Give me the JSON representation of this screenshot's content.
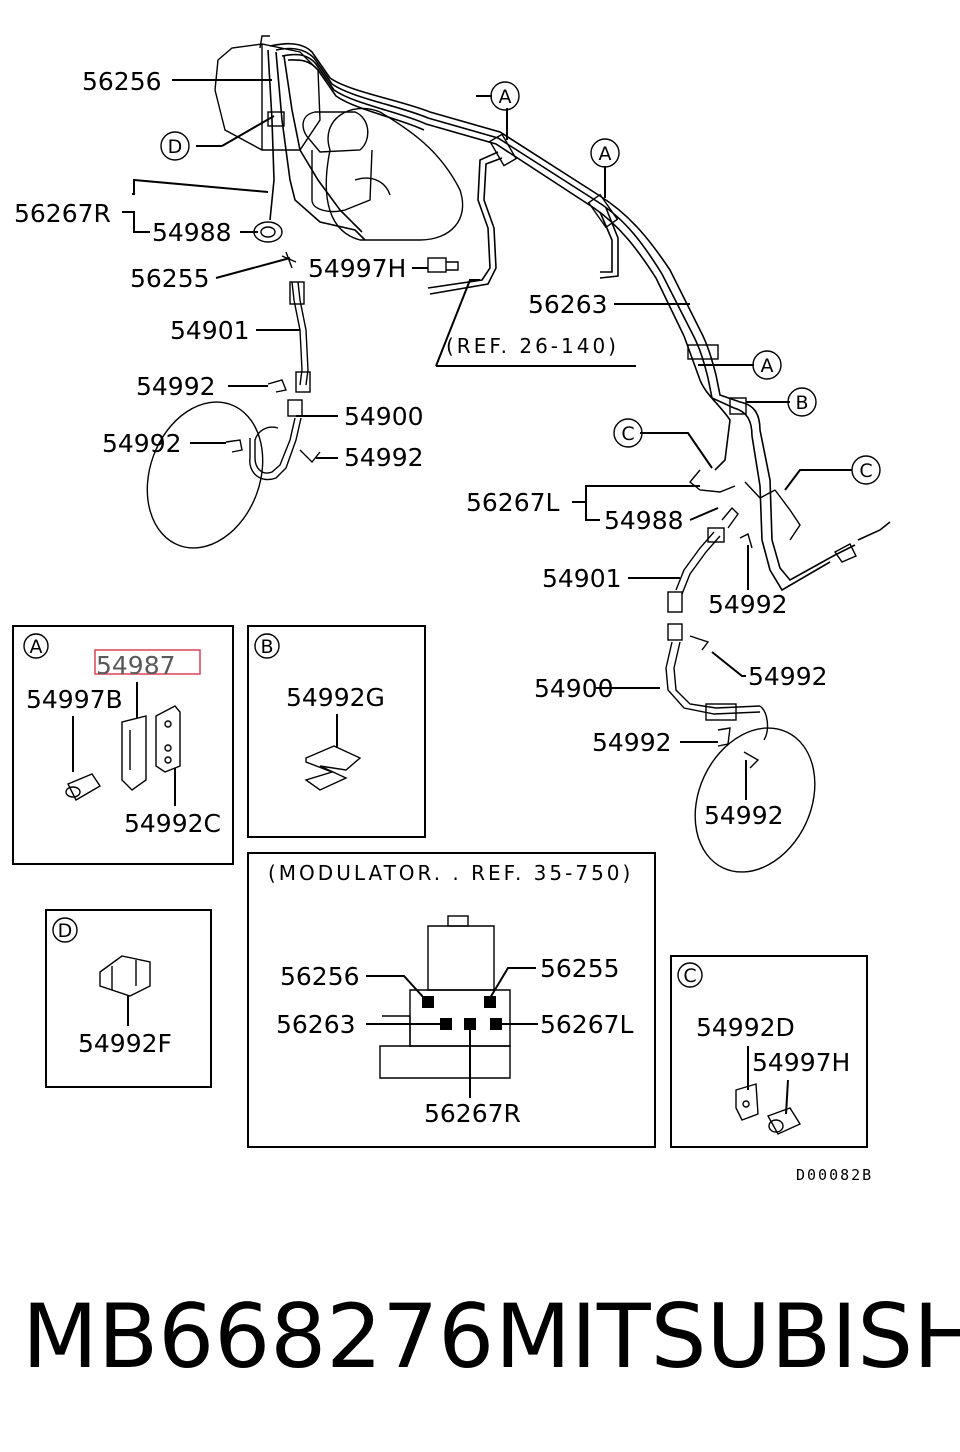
{
  "diagram_code": "D00082B",
  "references": {
    "ref_26_140": "(REF. 26-140)",
    "modulator": "(MODULATOR. . REF. 35-750)"
  },
  "callouts": {
    "A": "A",
    "B": "B",
    "C": "C",
    "D": "D"
  },
  "labels": {
    "p56256_top": "56256",
    "p56267R_top": "56267R",
    "p54988_top": "54988",
    "p56255_top": "56255",
    "p54997H_top": "54997H",
    "p54901_top": "54901",
    "p54992_a": "54992",
    "p54992_b": "54992",
    "p54900_top": "54900",
    "p54992_c": "54992",
    "p56263_top": "56263",
    "p56267L_top": "56267L",
    "p54988_mid": "54988",
    "p54901_mid": "54901",
    "p54992_d": "54992",
    "p54992_e": "54992",
    "p54900_mid": "54900",
    "p54992_f": "54992",
    "p54992_g": "54992"
  },
  "inset_a": {
    "tag": "A",
    "highlight": "54987",
    "bolt": "54997B",
    "clip": "54992C"
  },
  "inset_b": {
    "tag": "B",
    "clip": "54992G"
  },
  "inset_d": {
    "tag": "D",
    "clip": "54992F"
  },
  "inset_c": {
    "tag": "C",
    "clip": "54992D",
    "bolt": "54997H"
  },
  "modulator_inset": {
    "p56256": "56256",
    "p56255": "56255",
    "p56263": "56263",
    "p56267L": "56267L",
    "p56267R": "56267R"
  },
  "highlight_color": "#e0405a",
  "footer": {
    "part_number": "MB668276",
    "brand": "MITSUBISHI"
  }
}
